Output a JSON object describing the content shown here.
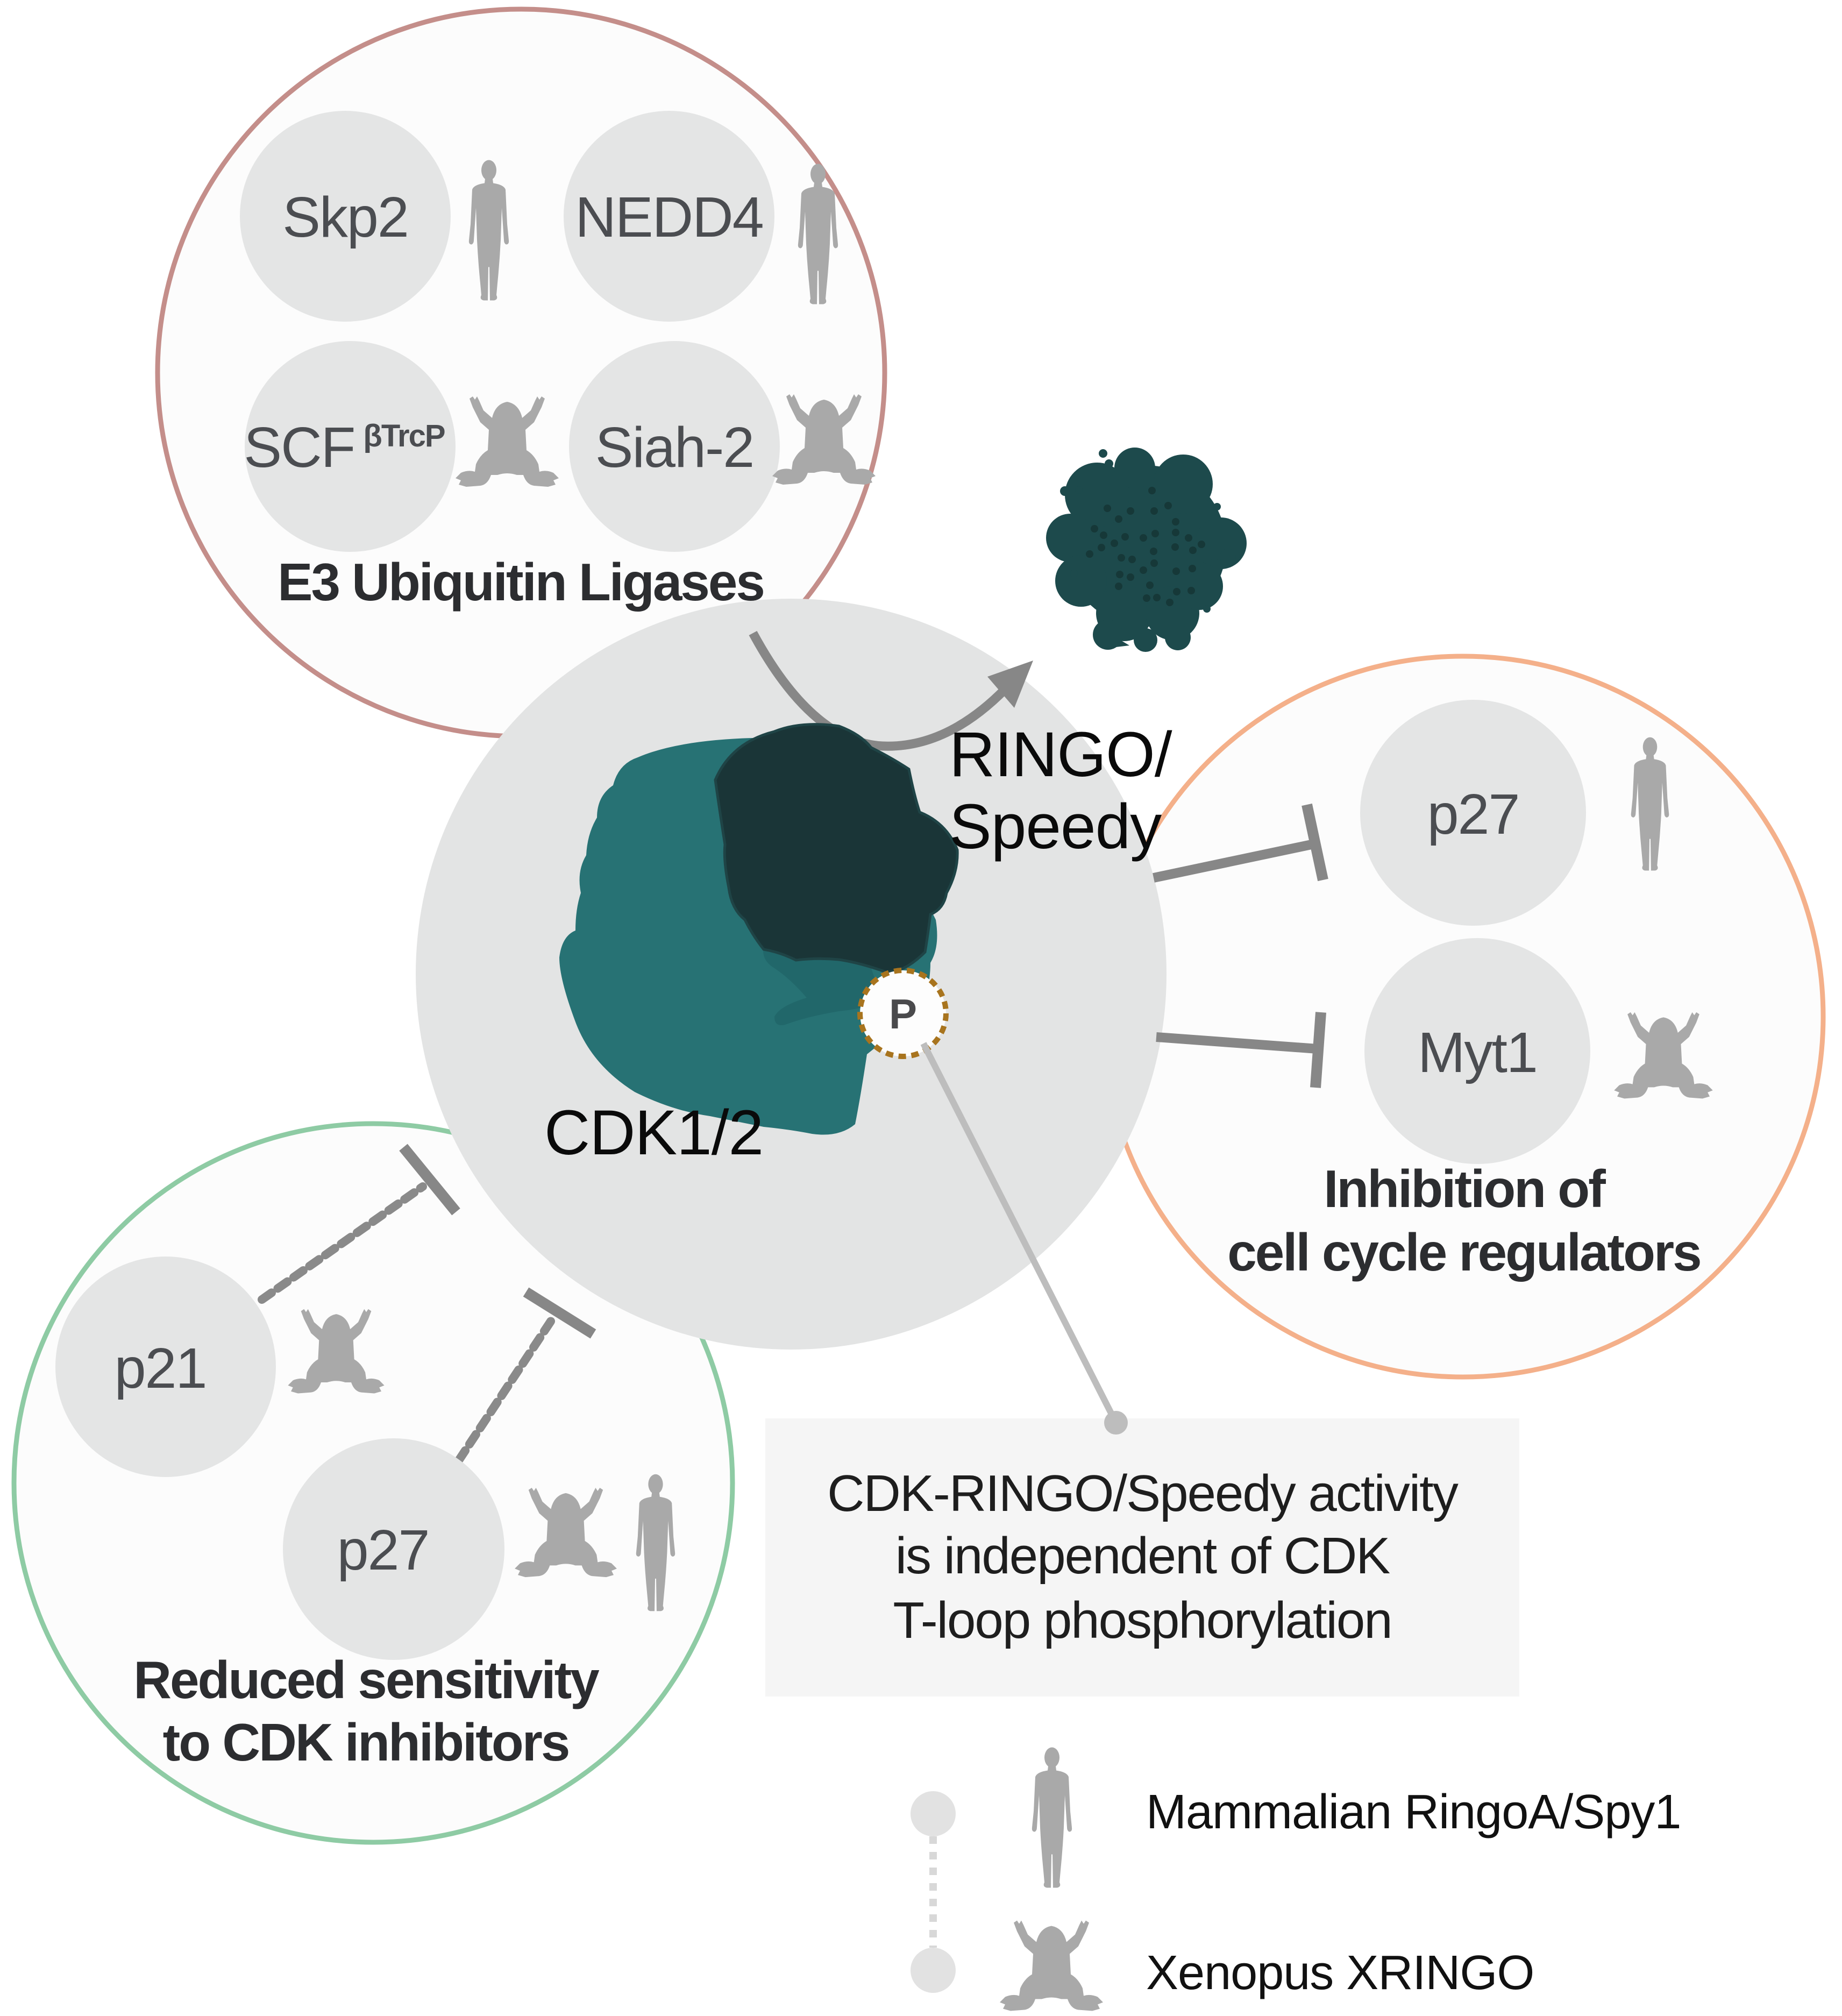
{
  "colors": {
    "ligase_ring": "#c48e8a",
    "regulator_ring": "#f4b08a",
    "inhibitor_ring": "#8ecba4",
    "node_fill": "#e4e5e5",
    "core_fill": "#e3e4e4",
    "cdk": "#277274",
    "ringo": "#1a3537",
    "aggregate": "#1d4a4c",
    "phospho_ring": "#a8741e",
    "arrow": "#878787",
    "organism_icon": "#a9a9a9"
  },
  "groups": {
    "ligases": {
      "title": "E3 Ubiquitin Ligases",
      "nodes": [
        {
          "label": "Skp2",
          "organism": "human-icon"
        },
        {
          "label": "NEDD4",
          "organism": "human-icon"
        },
        {
          "label": "SCF",
          "superscript": "βTrcP",
          "organism": "frog-icon"
        },
        {
          "label": "Siah-2",
          "organism": "frog-icon"
        }
      ]
    },
    "regulators": {
      "title_line1": "Inhibition of",
      "title_line2": "cell cycle regulators",
      "nodes": [
        {
          "label": "p27",
          "organism": "human-icon"
        },
        {
          "label": "Myt1",
          "organism": "frog-icon"
        }
      ]
    },
    "inhibitors": {
      "title_line1": "Reduced sensitivity",
      "title_line2": "to CDK inhibitors",
      "nodes": [
        {
          "label": "p21",
          "organism": "frog-icon"
        },
        {
          "label": "p27",
          "organism": "frog-icon + human-icon"
        }
      ]
    }
  },
  "core": {
    "cdk_label": "CDK1/2",
    "ringo_label_line1": "RINGO/",
    "ringo_label_line2": "Speedy",
    "phospho_label": "P"
  },
  "note": {
    "line1": "CDK-RINGO/Speedy activity",
    "line2": "is independent of CDK",
    "line3": "T-loop phosphorylation"
  },
  "legend": {
    "items": [
      {
        "label": "Mammalian RingoA/Spy1",
        "icon": "human-icon"
      },
      {
        "label": "Xenopus XRINGO",
        "icon": "frog-icon"
      }
    ]
  }
}
